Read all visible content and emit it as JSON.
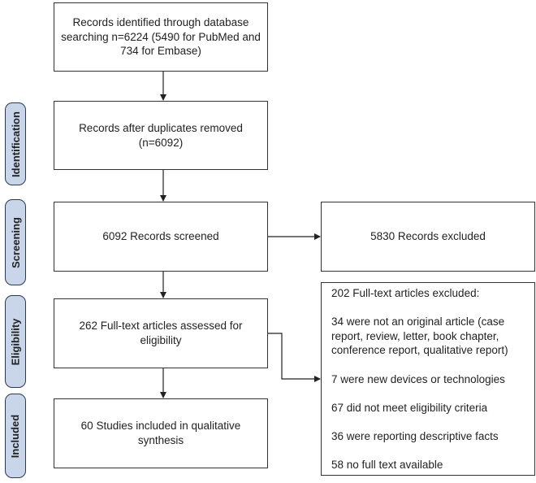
{
  "phases": {
    "identification": "Identification",
    "screening": "Screening",
    "eligibility": "Eligibility",
    "included": "Included"
  },
  "boxes": {
    "records_identified": "Records identified through database searching n=6224 (5490 for PubMed and 734 for Embase)",
    "duplicates_removed": "Records after duplicates removed (n=6092)",
    "screened": "6092 Records screened",
    "excluded": "5830 Records excluded",
    "fulltext_assessed": "262 Full-text articles assessed for eligibility",
    "included_studies": "60 Studies included in qualitative synthesis"
  },
  "exclusions": {
    "header": "202 Full-text articles excluded:",
    "items": [
      "34 were not an original article (case report, review, letter, book chapter, conference report, qualitative report)",
      "7 were new devices or technologies",
      "67 did not meet eligibility criteria",
      "36 were reporting descriptive facts",
      "58 no full text available"
    ]
  }
}
